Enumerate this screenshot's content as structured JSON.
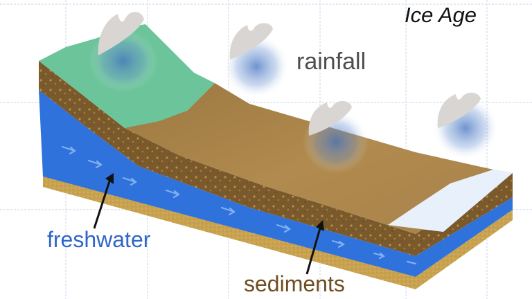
{
  "title": "Ice Age",
  "labels": {
    "rainfall": "rainfall",
    "freshwater": "freshwater",
    "sediments": "sediments"
  },
  "colors": {
    "background": "#ffffff",
    "grid": "#c8d6ea",
    "vegetation": "#6cc49a",
    "surface_sand": "#b08a4e",
    "sediment_layer": "#7a5a2c",
    "freshwater": "#2f72dc",
    "bedrock_sand": "#c9a24f",
    "ice": "#e8f1fb",
    "cloud": "#d9d5d2",
    "rain": "#4f7fc4",
    "freshwater_label": "#2f66c9",
    "sediments_label": "#6e4d20",
    "rainfall_label": "#4d4d4d"
  },
  "elements": {
    "clouds": 4,
    "flow_arrows": 9
  }
}
